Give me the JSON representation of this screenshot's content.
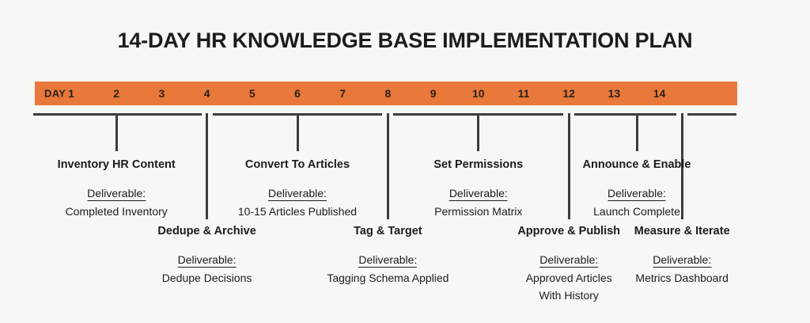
{
  "title": "14-DAY HR KNOWLEDGE BASE IMPLEMENTATION PLAN",
  "colors": {
    "background": "#f7f7f5",
    "accent_orange": "#e8793a",
    "line": "#3d3d3d",
    "text": "#1c1c1c"
  },
  "axis": {
    "day_label": "DAY",
    "days": [
      1,
      2,
      3,
      4,
      5,
      6,
      7,
      8,
      9,
      10,
      11,
      12,
      13,
      14
    ]
  },
  "deliverable_label": "Deliverable:",
  "chart_data": {
    "type": "bar",
    "title": "14-DAY HR KNOWLEDGE BASE IMPLEMENTATION PLAN",
    "xlabel": "DAY",
    "ylabel": "",
    "xlim": [
      1,
      14
    ],
    "categories": [
      "1",
      "2",
      "3",
      "4",
      "5",
      "6",
      "7",
      "8",
      "9",
      "10",
      "11",
      "12",
      "13",
      "14"
    ],
    "values": [
      1,
      1,
      1,
      1,
      1,
      1,
      1,
      1,
      1,
      1,
      1,
      1,
      1,
      1
    ],
    "grid": false,
    "legend": "none",
    "annotations": [
      {
        "day": 2,
        "row": "top",
        "title": "Inventory HR Content",
        "deliverable": "Completed Inventory"
      },
      {
        "day": 4,
        "row": "bottom",
        "title": "Dedupe & Archive",
        "deliverable": "Dedupe Decisions"
      },
      {
        "day": 6,
        "row": "top",
        "title": "Convert To Articles",
        "deliverable": "10-15 Articles Published"
      },
      {
        "day": 8,
        "row": "bottom",
        "title": "Tag & Target",
        "deliverable": "Tagging Schema Applied"
      },
      {
        "day": 10,
        "row": "top",
        "title": "Set Permissions",
        "deliverable": "Permission Matrix"
      },
      {
        "day": 12,
        "row": "bottom",
        "title": "Approve & Publish",
        "deliverable": "Approved Articles With History"
      },
      {
        "day": 13.5,
        "row": "top",
        "title": "Announce & Enable",
        "deliverable": "Launch Complete"
      },
      {
        "day": 14.5,
        "row": "bottom",
        "title": "Measure & Iterate",
        "deliverable": "Metrics Dashboard"
      }
    ]
  },
  "milestones": [
    {
      "id": "inventory-hr-content",
      "title": "Inventory HR Content",
      "deliverable_label": "Deliverable:",
      "deliverable_lines": [
        "Completed Inventory"
      ],
      "row": "top"
    },
    {
      "id": "dedupe-archive",
      "title": "Dedupe & Archive",
      "deliverable_label": "Deliverable:",
      "deliverable_lines": [
        "Dedupe Decisions"
      ],
      "row": "bottom"
    },
    {
      "id": "convert-to-articles",
      "title": "Convert To Articles",
      "deliverable_label": "Deliverable:",
      "deliverable_lines": [
        "10-15 Articles Published"
      ],
      "row": "top"
    },
    {
      "id": "tag-target",
      "title": "Tag & Target",
      "deliverable_label": "Deliverable:",
      "deliverable_lines": [
        "Tagging Schema Applied"
      ],
      "row": "bottom"
    },
    {
      "id": "set-permissions",
      "title": "Set Permissions",
      "deliverable_label": "Deliverable:",
      "deliverable_lines": [
        "Permission Matrix"
      ],
      "row": "top"
    },
    {
      "id": "approve-publish",
      "title": "Approve & Publish",
      "deliverable_label": "Deliverable:",
      "deliverable_lines": [
        "Approved Articles",
        "With History"
      ],
      "row": "bottom"
    },
    {
      "id": "announce-enable",
      "title": "Announce & Enable",
      "deliverable_label": "Deliverable:",
      "deliverable_lines": [
        "Launch Complete"
      ],
      "row": "top"
    },
    {
      "id": "measure-iterate",
      "title": "Measure & Iterate",
      "deliverable_label": "Deliverable:",
      "deliverable_lines": [
        "Metrics Dashboard"
      ],
      "row": "bottom"
    }
  ]
}
